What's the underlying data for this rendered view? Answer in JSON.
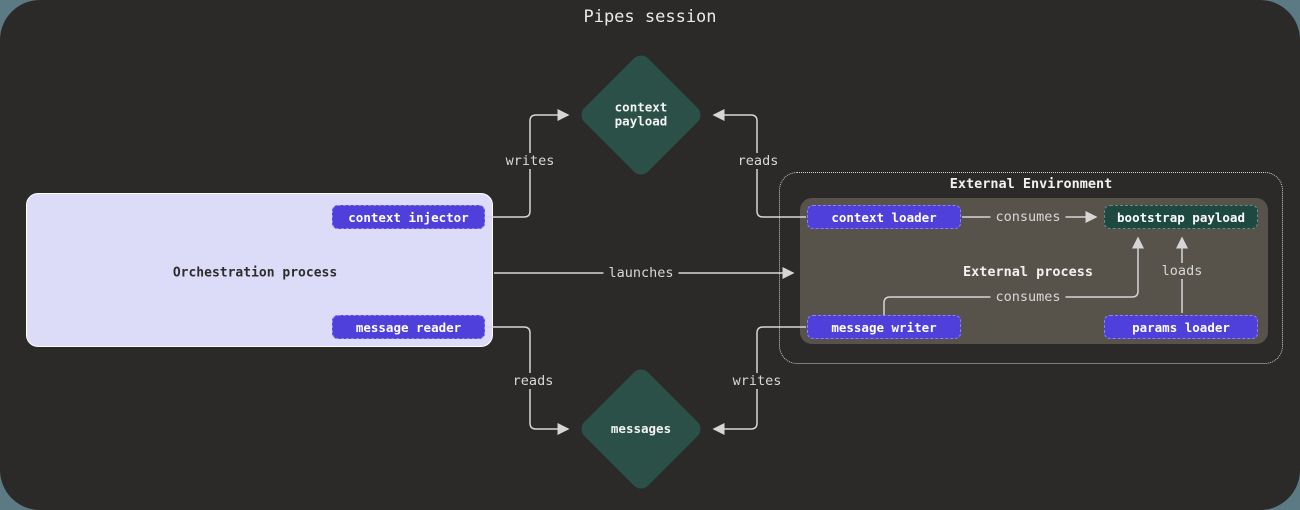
{
  "title": "Pipes session",
  "colors": {
    "page_background": "#5b7a84",
    "canvas_background": "#2b2a28",
    "node_purple": "#4f40db",
    "node_dark_green": "#1e4941",
    "diamond_green": "#2a5047",
    "orchestration_fill": "#dcdcf8",
    "external_process_fill": "#57534b",
    "edge_line": "#d6d6d6"
  },
  "orchestration": {
    "label": "Orchestration process",
    "nodes": {
      "context_injector": "context injector",
      "message_reader": "message reader"
    }
  },
  "external_environment": {
    "label": "External Environment",
    "process": {
      "label": "External process",
      "nodes": {
        "context_loader": "context loader",
        "bootstrap_payload": "bootstrap payload",
        "message_writer": "message writer",
        "params_loader": "params loader"
      }
    }
  },
  "diamonds": {
    "context_payload": "context\npayload",
    "messages": "messages"
  },
  "edges": {
    "writes_top": "writes",
    "reads_top": "reads",
    "launches": "launches",
    "reads_bottom": "reads",
    "writes_bottom": "writes",
    "consumes_top": "consumes",
    "consumes_bottom": "consumes",
    "loads": "loads"
  }
}
